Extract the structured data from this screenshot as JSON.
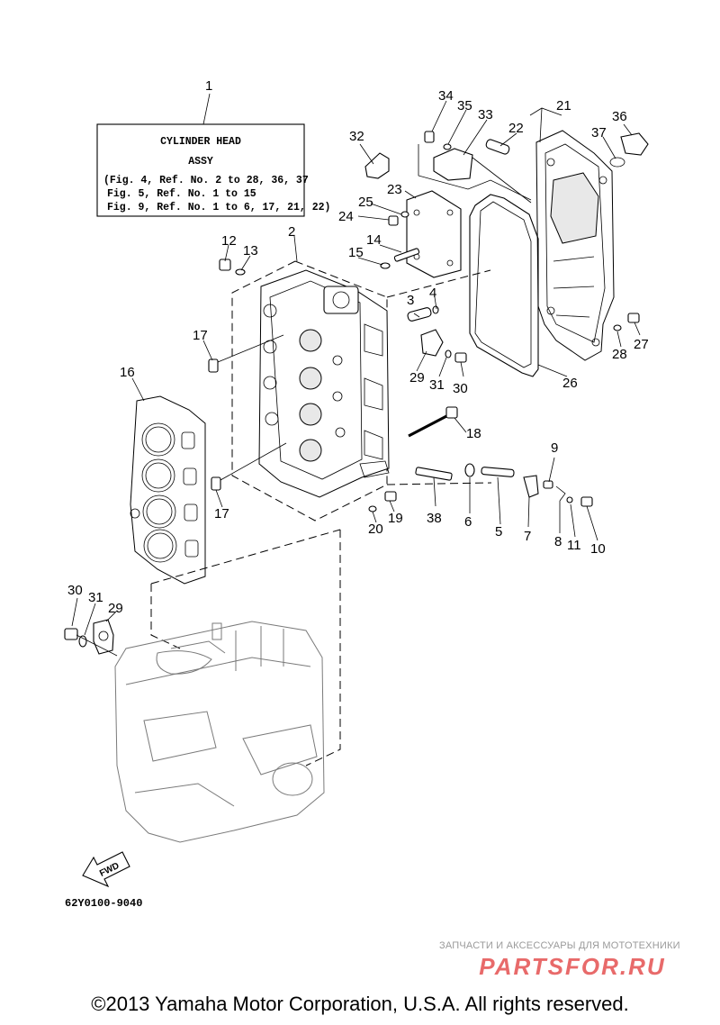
{
  "title_box": {
    "ref": "1",
    "line1": "CYLINDER HEAD",
    "line2": "ASSY",
    "line3": "(Fig. 4, Ref. No. 2 to 28, 36, 37",
    "line4": "Fig. 5, Ref. No. 1 to 15",
    "line5": "Fig. 9, Ref. No. 1 to 6, 17, 21, 22)"
  },
  "callouts": [
    {
      "num": "2"
    },
    {
      "num": "3"
    },
    {
      "num": "4"
    },
    {
      "num": "5"
    },
    {
      "num": "6"
    },
    {
      "num": "7"
    },
    {
      "num": "8"
    },
    {
      "num": "9"
    },
    {
      "num": "10"
    },
    {
      "num": "11"
    },
    {
      "num": "12"
    },
    {
      "num": "13"
    },
    {
      "num": "14"
    },
    {
      "num": "15"
    },
    {
      "num": "16"
    },
    {
      "num": "17"
    },
    {
      "num": "17"
    },
    {
      "num": "18"
    },
    {
      "num": "19"
    },
    {
      "num": "20"
    },
    {
      "num": "21"
    },
    {
      "num": "22"
    },
    {
      "num": "23"
    },
    {
      "num": "24"
    },
    {
      "num": "25"
    },
    {
      "num": "26"
    },
    {
      "num": "27"
    },
    {
      "num": "28"
    },
    {
      "num": "29"
    },
    {
      "num": "29"
    },
    {
      "num": "30"
    },
    {
      "num": "30"
    },
    {
      "num": "31"
    },
    {
      "num": "31"
    },
    {
      "num": "32"
    },
    {
      "num": "33"
    },
    {
      "num": "34"
    },
    {
      "num": "35"
    },
    {
      "num": "36"
    },
    {
      "num": "37"
    },
    {
      "num": "38"
    }
  ],
  "fwd_label": "FWD",
  "diagram_code": "62Y0100-9040",
  "watermark": {
    "subtitle": "ЗАПЧАСТИ И АКСЕССУАРЫ ДЛЯ МОТОТЕХНИКИ",
    "logo_text": "PARTSFOR.RU",
    "color": "#e86a6a"
  },
  "copyright": "©2013 Yamaha Motor Corporation, U.S.A. All rights reserved."
}
